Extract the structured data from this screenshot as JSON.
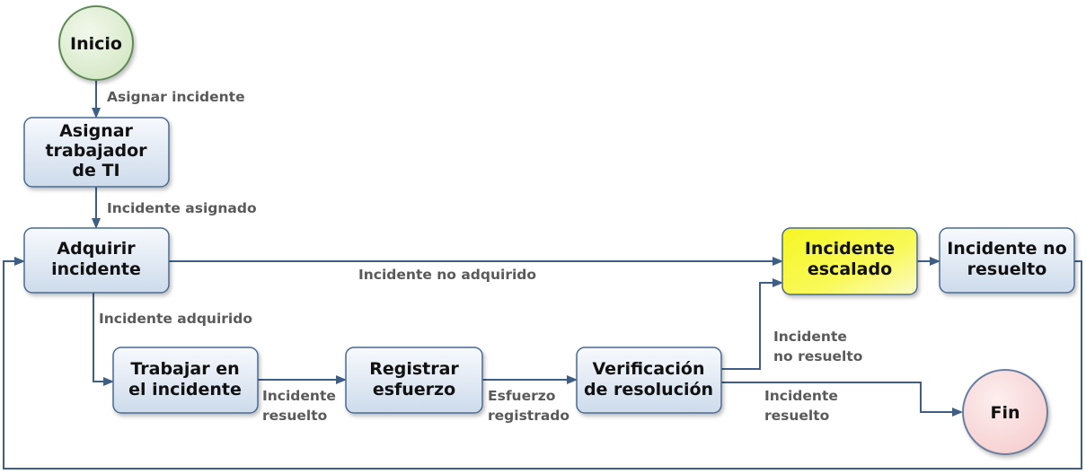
{
  "nodes": {
    "inicio": "Inicio",
    "asignar": [
      "Asignar",
      "trabajador",
      "de TI"
    ],
    "adquirir": [
      "Adquirir",
      "incidente"
    ],
    "trabajar": [
      "Trabajar en",
      "el incidente"
    ],
    "registrar": [
      "Registrar",
      "esfuerzo"
    ],
    "verificacion": [
      "Verificación",
      "de resolución"
    ],
    "escalado": [
      "Incidente",
      "escalado"
    ],
    "no_resuelto": [
      "Incidente no",
      "resuelto"
    ],
    "fin": "Fin"
  },
  "edges": {
    "asignar_incidente": "Asignar incidente",
    "incidente_asignado": "Incidente asignado",
    "incidente_no_adquirido": "Incidente no adquirido",
    "incidente_adquirido": "Incidente adquirido",
    "incidente_resuelto_1": [
      "Incidente",
      "resuelto"
    ],
    "esfuerzo_registrado": [
      "Esfuerzo",
      "registrado"
    ],
    "incidente_no_resuelto": [
      "Incidente",
      "no resuelto"
    ],
    "incidente_resuelto_2": [
      "Incidente",
      "resuelto"
    ]
  },
  "colors": {
    "process_fill_top": "#f5f8fc",
    "process_fill_bottom": "#cfdcec",
    "process_stroke": "#4a6a93",
    "highlight_fill_top": "#fdfd90",
    "highlight_fill_bottom": "#f2f20a",
    "start_fill": "#e2efd5",
    "start_stroke": "#5f8a56",
    "end_fill": "#fbdada",
    "end_stroke": "#6a7f9f",
    "edge_color": "#3f5e86",
    "edge_label_color": "#5a5a5a"
  }
}
